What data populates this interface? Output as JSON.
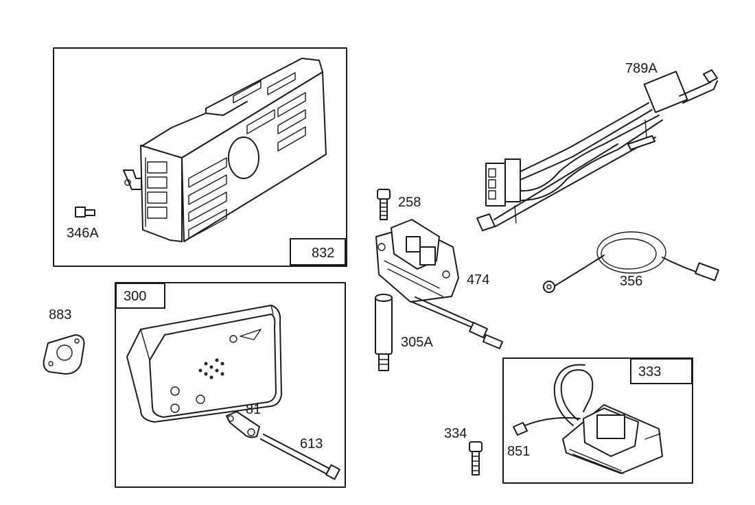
{
  "groups": {
    "shroud": {
      "tag": "832"
    },
    "muffler": {
      "tag": "300"
    },
    "armature": {
      "tag": "333"
    }
  },
  "parts": {
    "p346a": "346A",
    "p789a": "789A",
    "p258": "258",
    "p474": "474",
    "p356": "356",
    "p883": "883",
    "p305a": "305A",
    "p81": "81",
    "p613": "613",
    "p334": "334",
    "p851": "851"
  }
}
